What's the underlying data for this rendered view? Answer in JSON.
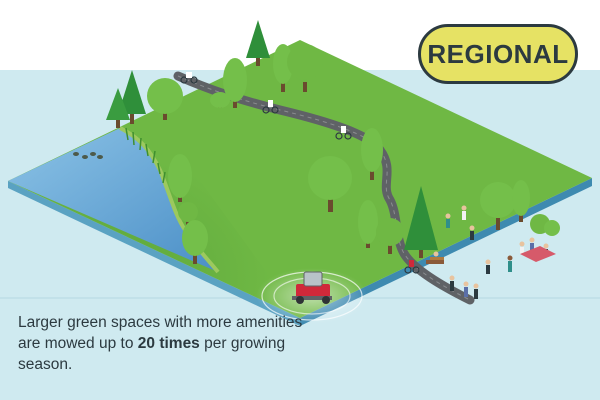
{
  "badge": {
    "label": "REGIONAL",
    "fill": "#e6e264",
    "border": "#2c3a40"
  },
  "caption": {
    "before": "Larger green spaces with more amenities are mowed up to ",
    "bold": "20 times",
    "after": " per growing season."
  },
  "palette": {
    "sky": "#cfeaf0",
    "grass": "#6fb844",
    "grass_dark": "#3f8f2e",
    "soil_side": "#86cde0",
    "water": "#6aa9d7",
    "path": "#5f6266",
    "text": "#2c3a40"
  }
}
